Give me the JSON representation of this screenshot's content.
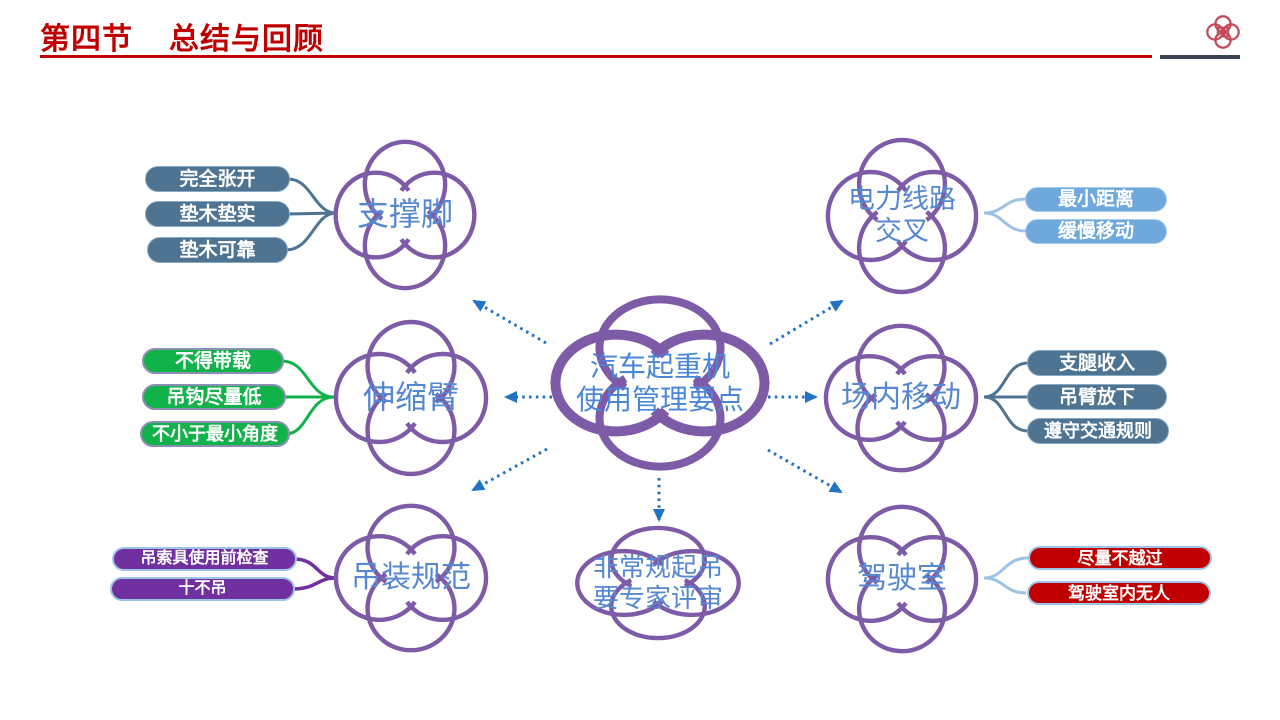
{
  "header": {
    "section_label": "第四节",
    "title": "总结与回顾",
    "accent_color": "#C00000",
    "logo": "quatrefoil-s-logo"
  },
  "center_node": {
    "line1": "汽车起重机",
    "line2": "使用管理要点"
  },
  "branches": [
    {
      "id": "support-legs",
      "label": "支撑脚",
      "tags": [
        "完全张开",
        "垫木垫实",
        "垫木可靠"
      ],
      "tag_color": "#4E7492"
    },
    {
      "id": "telescopic-boom",
      "label": "伸缩臂",
      "tags": [
        "不得带载",
        "吊钩尽量低",
        "不小于最小角度"
      ],
      "tag_color": "#12B24A"
    },
    {
      "id": "lifting-standards",
      "label": "吊装规范",
      "tags": [
        "吊索具使用前检查",
        "十不吊"
      ],
      "tag_color": "#7030A0"
    },
    {
      "id": "power-line-crossing",
      "label": "电力线路",
      "label2": "交叉",
      "tags": [
        "最小距离",
        "缓慢移动"
      ],
      "tag_color": "#6FA8DC"
    },
    {
      "id": "onsite-movement",
      "label": "场内移动",
      "tags": [
        "支腿收入",
        "吊臂放下",
        "遵守交通规则"
      ],
      "tag_color": "#4E7492"
    },
    {
      "id": "drivers-cab",
      "label": "驾驶室",
      "tags": [
        "尽量不越过",
        "驾驶室内无人"
      ],
      "tag_color": "#C00000"
    },
    {
      "id": "non-routine-lift",
      "label": "非常规起吊",
      "label2": "要专家评审",
      "tags": [],
      "tag_color": ""
    }
  ],
  "colors": {
    "clover_stroke": "#7D5BA6",
    "node_text": "#5588D0",
    "center_text": "#4A86D8",
    "arrow": "#2273C3",
    "title_red": "#C00000",
    "rule_dark": "#3A4450"
  }
}
